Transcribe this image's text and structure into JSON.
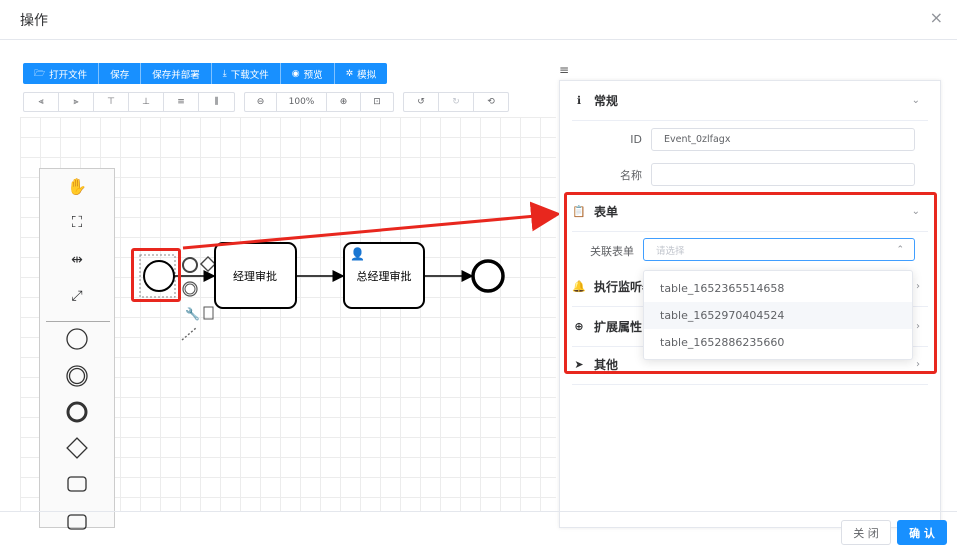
{
  "dialog": {
    "title": "操作",
    "close_glyph": "×"
  },
  "toolbar": {
    "buttons": [
      {
        "label": "打开文件",
        "icon": "folder-open-icon",
        "glyph": "🗁"
      },
      {
        "label": "保存",
        "icon": "",
        "glyph": ""
      },
      {
        "label": "保存并部署",
        "icon": "",
        "glyph": ""
      },
      {
        "label": "下载文件",
        "icon": "download-icon",
        "glyph": "⤓"
      },
      {
        "label": "预览",
        "icon": "eye-icon",
        "glyph": "◉"
      },
      {
        "label": "模拟",
        "icon": "gear-icon",
        "glyph": "✲"
      }
    ],
    "align": [
      "⫷",
      "⫸",
      "⊤",
      "⊥",
      "≡",
      "⫼"
    ],
    "zoom": {
      "out": "⊖",
      "value": "100%",
      "in": "⊕",
      "fit": "⊡"
    },
    "history": [
      "↺",
      "↻",
      "⟲"
    ]
  },
  "diagram": {
    "task1_label": "经理审批",
    "task2_label": "总经理审批"
  },
  "panel": {
    "menu_glyph": "≡",
    "general": {
      "title": "常规",
      "id_label": "ID",
      "id_value": "Event_0zlfagx",
      "name_label": "名称",
      "name_value": ""
    },
    "form": {
      "title": "表单",
      "field_label": "关联表单",
      "placeholder": "请选择"
    },
    "listener": {
      "title": "执行监听器"
    },
    "ext": {
      "title": "扩展属性"
    },
    "other": {
      "title": "其他"
    },
    "options": [
      "table_1652365514658",
      "table_1652970404524",
      "table_1652886235660"
    ]
  },
  "footer": {
    "cancel": "关 闭",
    "ok": "确 认"
  },
  "colors": {
    "primary": "#1890ff",
    "highlight": "#e8271e"
  }
}
